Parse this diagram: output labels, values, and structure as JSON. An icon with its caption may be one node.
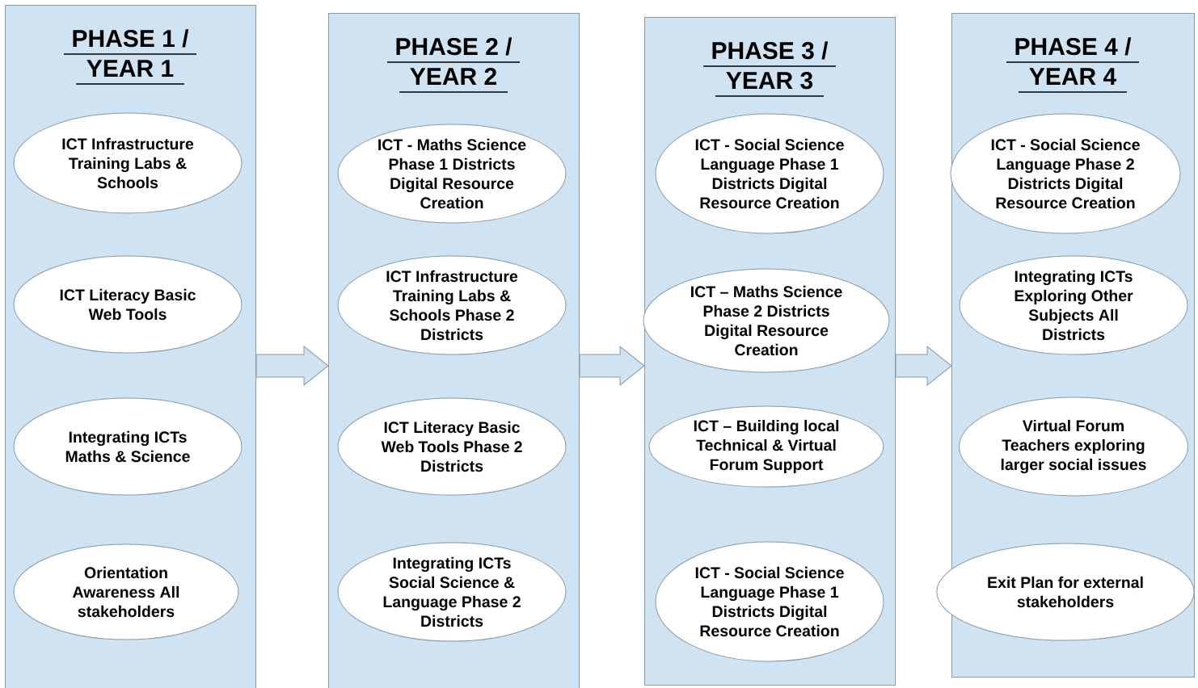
{
  "diagram": {
    "nodes": [
      {
        "text": [
          "PHASE 1 / YEAR 1"
        ]
      },
      {
        "text": [
          "ICT Infrastructure Training Labs & Schools"
        ],
        "in": 0
      },
      {
        "text": [
          "ICT Literacy Basic Web Tools"
        ],
        "in": 0
      },
      {
        "text": [
          "Integrating ICTs Maths & Science"
        ],
        "in": 0
      },
      {
        "text": [
          "Orientation Awareness All stakeholders"
        ],
        "in": 0
      },
      {
        "text": [
          "PHASE 2 / YEAR 2"
        ]
      },
      {
        "text": [
          "ICT - Maths Science Phase 1 Districts Digital Resource Creation"
        ],
        "in": 5
      },
      {
        "text": [
          "ICT Infrastructure Training Labs & Schools Phase 2 Districts"
        ],
        "in": 5
      },
      {
        "text": [
          "ICT Literacy Basic Web Tools Phase 2 Districts"
        ],
        "in": 5
      },
      {
        "text": [
          "Integrating ICTs Social Science & Language Phase 2 Districts"
        ],
        "in": 5
      },
      {
        "text": [
          "PHASE 3 / YEAR 3"
        ]
      },
      {
        "text": [
          "ICT - Social Science Language Phase 1 Districts Digital Resource Creation"
        ],
        "in": 10
      },
      {
        "text": [
          "ICT – Maths Science Phase 2 Districts Digital Resource Creation"
        ],
        "in": 10
      },
      {
        "text": [
          "ICT – Building local Technical & Virtual Forum Support"
        ],
        "in": 10
      },
      {
        "text": [
          "ICT - Social Science Language Phase 1 Districts Digital Resource Creation"
        ],
        "in": 10
      },
      {
        "text": [
          "PHASE 4 / YEAR 4"
        ]
      },
      {
        "text": [
          "ICT - Social Science Language Phase 2 Districts Digital Resource Creation"
        ],
        "in": 15
      },
      {
        "text": [
          "Integrating ICTs Exploring Other Subjects All Districts"
        ],
        "in": 15
      },
      {
        "text": [
          "Virtual Forum Teachers exploring larger social issues"
        ],
        "in": 15
      },
      {
        "text": [
          "Exit Plan for external stakeholders"
        ],
        "in": 15
      }
    ],
    "edges": [
      {
        "from": 0,
        "to": 5,
        "arrow": "to"
      },
      {
        "from": 5,
        "to": 10,
        "arrow": "to"
      },
      {
        "from": 10,
        "to": 15,
        "arrow": "to"
      }
    ]
  }
}
